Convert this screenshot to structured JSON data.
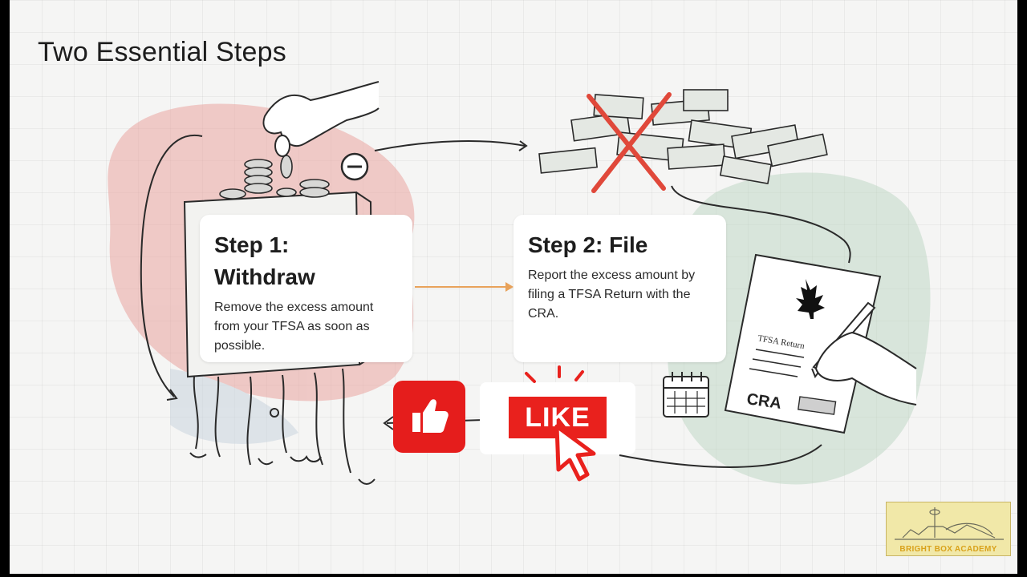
{
  "slide": {
    "title": "Two Essential Steps"
  },
  "steps": [
    {
      "title_line1": "Step 1:",
      "title_line2": "Withdraw",
      "body": "Remove the excess amount from your TFSA as soon as possible."
    },
    {
      "title_line1": "Step 2: File",
      "body": "Report the excess amount by filing a TFSA Return with the CRA."
    }
  ],
  "illustration_labels": {
    "form_heading": "TFSA Return",
    "form_stamp": "CRA"
  },
  "overlay": {
    "like_label": "LIKE",
    "brand": "BRIGHT BOX ACADEMY"
  },
  "colors": {
    "accent_red": "#e9211d",
    "connector_orange": "#e8a25a",
    "wash_red": "#e9a4a0",
    "wash_green": "#bcd6c2",
    "cross_red": "#e0483a"
  },
  "icons": [
    "hand-dropping-coins-icon",
    "coin-stack-icon",
    "minus-circle-icon",
    "banknote-pile-icon",
    "maple-leaf-icon",
    "pen-hand-icon",
    "calendar-icon",
    "thumbs-up-icon",
    "cursor-pointer-icon"
  ]
}
